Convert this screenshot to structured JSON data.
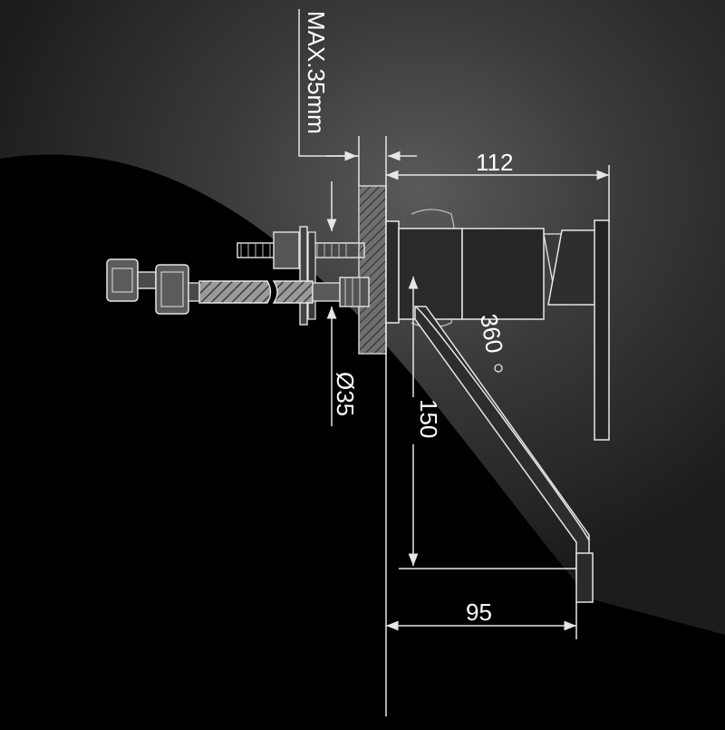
{
  "colors": {
    "background": "#000000",
    "highlight": "#4a4a4a",
    "line": "#e6e6e6",
    "part": "#d9d9d9"
  },
  "dimensions": {
    "max_wall": "MAX.35mm",
    "depth": "112",
    "spout_length": "360",
    "diameter": "Ø35",
    "height": "150",
    "reach": "95"
  }
}
